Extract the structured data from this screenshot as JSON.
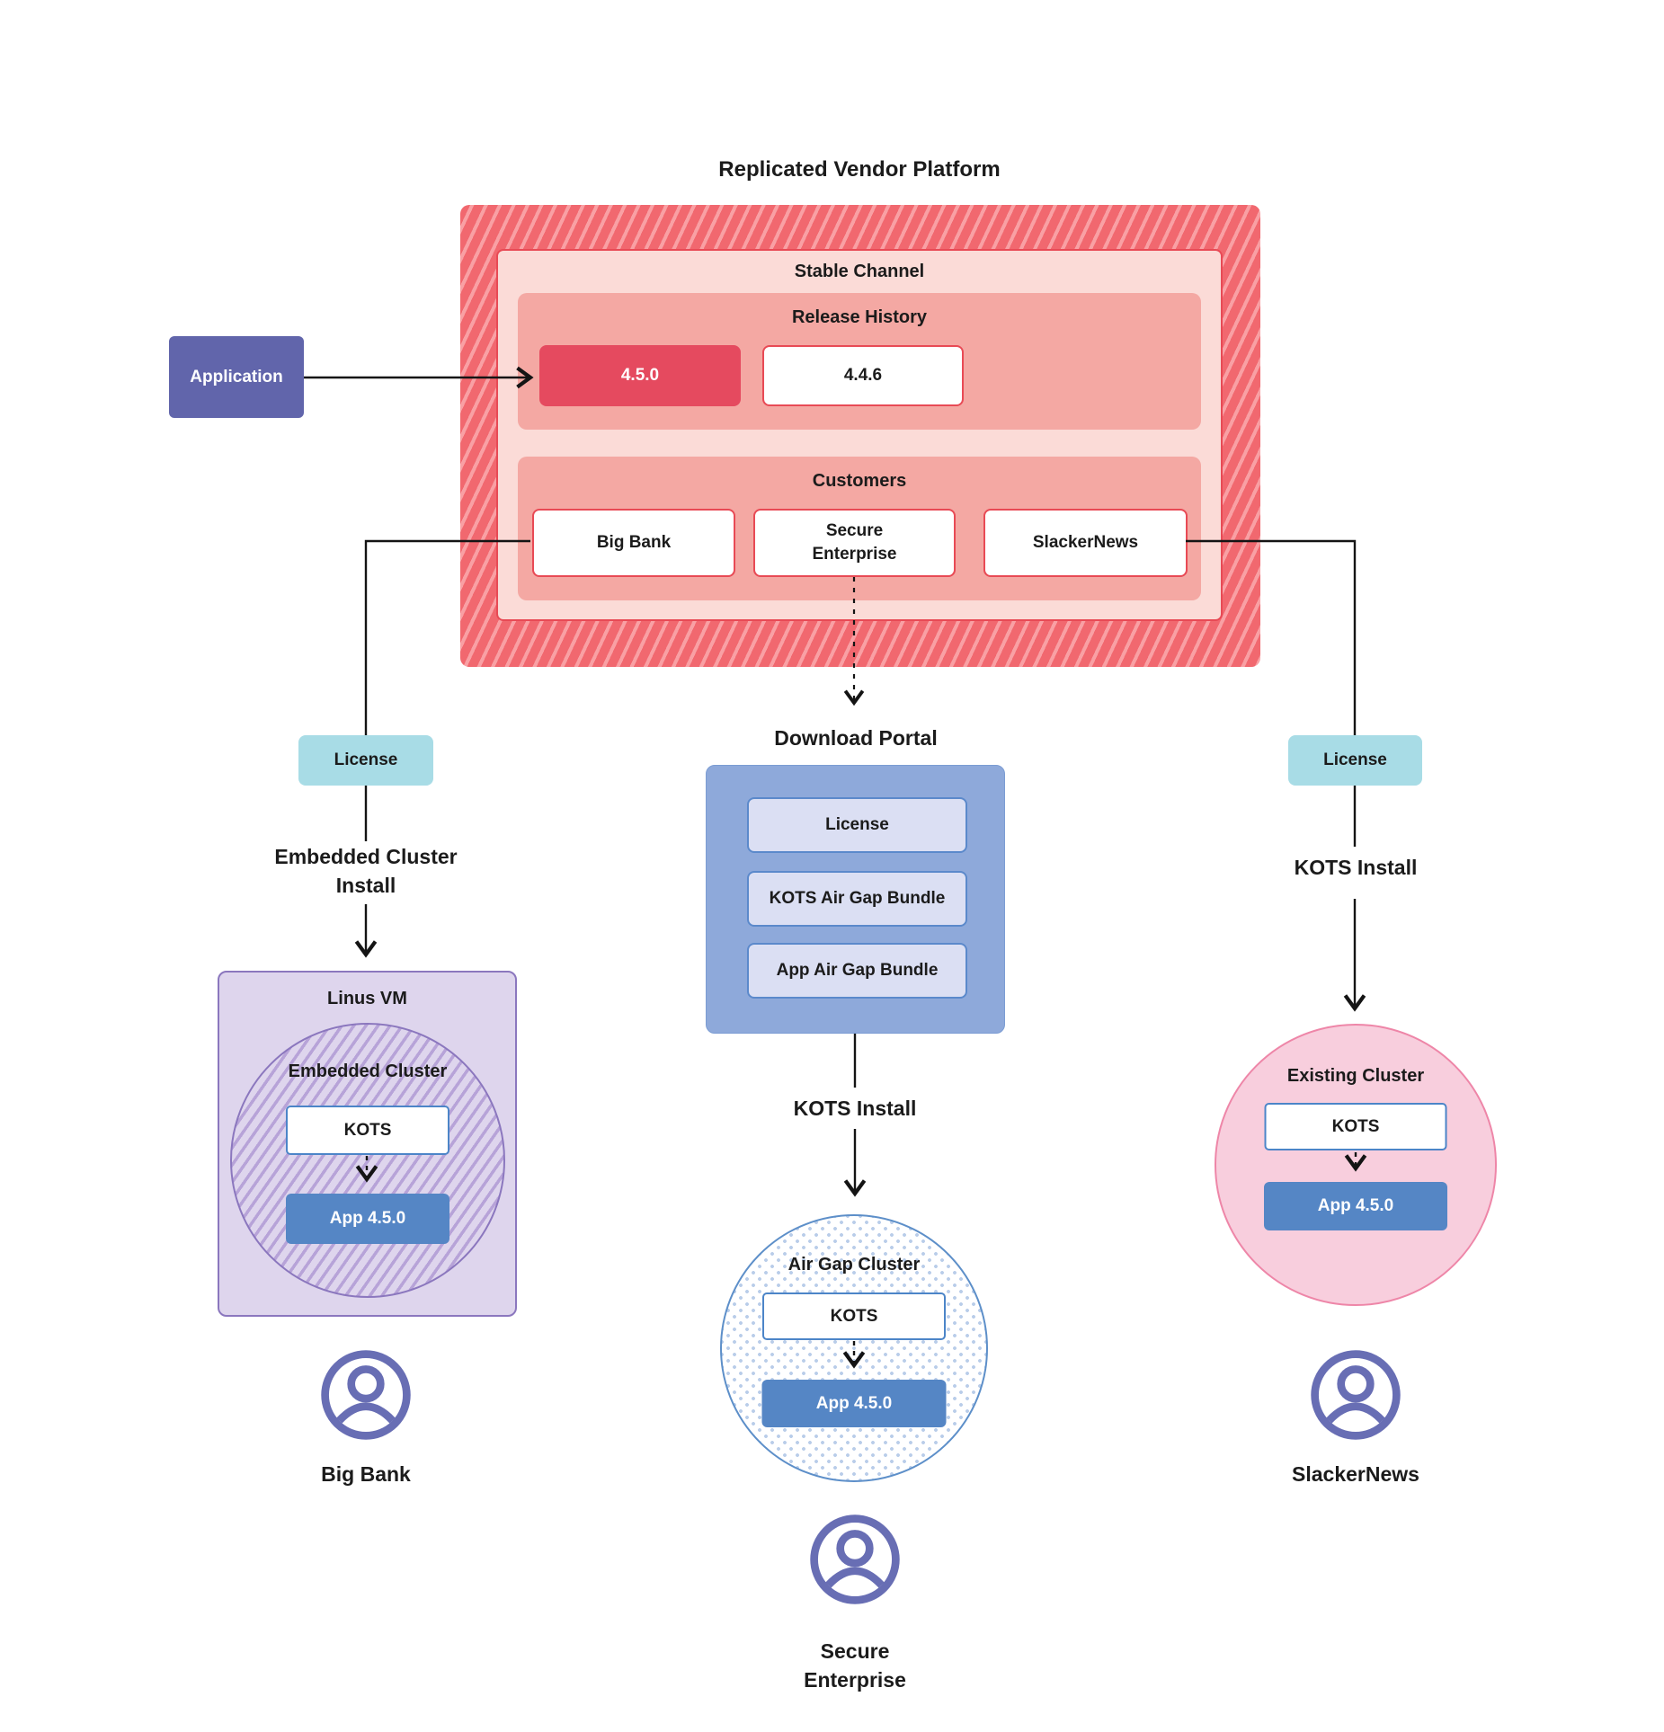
{
  "title": "Replicated Vendor Platform",
  "colors": {
    "platform_red": "#f1686f",
    "platform_stripe": "#f9a0a4",
    "channel_pink": "#fbdbd7",
    "red_border": "#e84a55",
    "salmon": "#f4a8a3",
    "release_current_red": "#e54a5f",
    "application_purple": "#6165ab",
    "license_teal": "#a8dce6",
    "portal_blue": "#8ea9da",
    "portal_item_blue": "#dbdff3",
    "app_version_blue": "#5586c5",
    "kots_border_blue": "#4c85c8",
    "vm_purple": "#ded5ed",
    "vm_border_purple": "#8b77be",
    "airgap_border_blue": "#5d8fc9",
    "existing_pink": "#f8cedd",
    "existing_border_pink": "#ee86a8",
    "user_icon_purple": "#686eb4",
    "connector_black": "#141414"
  },
  "application": {
    "label": "Application"
  },
  "platform": {
    "stable_channel_label": "Stable Channel",
    "release_history": {
      "label": "Release History",
      "releases": [
        {
          "version": "4.5.0"
        },
        {
          "version": "4.4.6"
        }
      ]
    },
    "customers": {
      "label": "Customers",
      "items": [
        {
          "name": "Big Bank"
        },
        {
          "name": "Secure Enterprise"
        },
        {
          "name": "SlackerNews"
        }
      ]
    }
  },
  "big_bank_flow": {
    "license_label": "License",
    "install_label": "Embedded Cluster Install",
    "vm_label": "Linus VM",
    "cluster_label": "Embedded Cluster",
    "kots_label": "KOTS",
    "app_label": "App 4.5.0",
    "user_label": "Big Bank"
  },
  "secure_enterprise_flow": {
    "portal_title": "Download Portal",
    "portal_items": [
      {
        "label": "License"
      },
      {
        "label": "KOTS Air Gap Bundle"
      },
      {
        "label": "App Air Gap Bundle"
      }
    ],
    "install_label": "KOTS Install",
    "cluster_label": "Air Gap Cluster",
    "kots_label": "KOTS",
    "app_label": "App 4.5.0",
    "user_label": "Secure Enterprise"
  },
  "slackernews_flow": {
    "license_label": "License",
    "install_label": "KOTS Install",
    "cluster_label": "Existing Cluster",
    "kots_label": "KOTS",
    "app_label": "App 4.5.0",
    "user_label": "SlackerNews"
  }
}
